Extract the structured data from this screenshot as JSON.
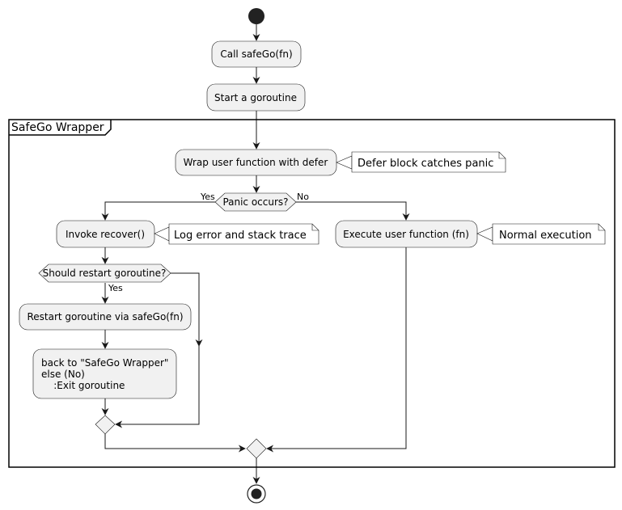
{
  "frame": {
    "title": "SafeGo Wrapper"
  },
  "nodes": {
    "call_safego": "Call safeGo(fn)",
    "start_goroutine": "Start a goroutine",
    "wrap_user_function": "Wrap user function with defer",
    "invoke_recover": "Invoke recover()",
    "execute_user_function": "Execute user function (fn)",
    "restart_goroutine": "Restart goroutine via safeGo(fn)",
    "back_box": [
      "back to \"SafeGo Wrapper\"",
      "else (No)",
      "    :Exit goroutine"
    ]
  },
  "decisions": {
    "panic_occurs": "Panic occurs?",
    "should_restart": "Should restart goroutine?"
  },
  "notes": {
    "defer_note": "Defer block catches panic",
    "log_note": "Log error and stack trace",
    "normal_note": "Normal execution"
  },
  "edge_labels": {
    "panic_yes": "Yes",
    "panic_no": "No",
    "restart_yes": "Yes"
  },
  "colors": {
    "node_fill": "#f1f1f1",
    "stroke": "#181818",
    "start_end": "#222222"
  }
}
